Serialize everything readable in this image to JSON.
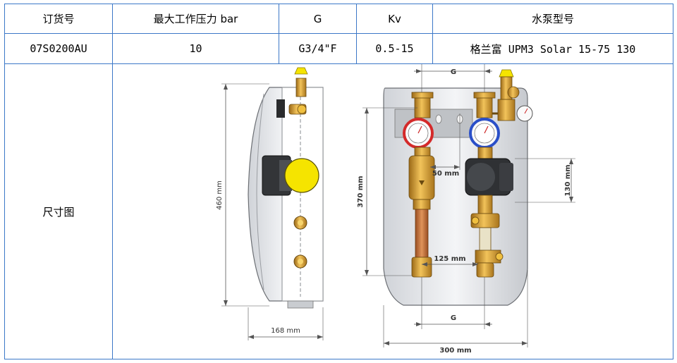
{
  "table": {
    "headers": [
      "订货号",
      "最大工作压力 bar",
      "G",
      "Kv",
      "水泵型号"
    ],
    "row": [
      "07S0200AU",
      "10",
      "G3/4\"F",
      "0.5-15",
      "格兰富 UPM3 Solar 15-75 130"
    ],
    "figure_label": "尺寸图"
  },
  "dimensions": {
    "side_height": "460 mm",
    "side_depth": "168 mm",
    "front_height": "370 mm",
    "front_width": "300 mm",
    "top_g": "G",
    "bottom_g": "G",
    "pipe_offset": "50 mm",
    "pump_height": "130 mm",
    "pipe_spacing": "125 mm"
  },
  "colors": {
    "border": "#3c78c8",
    "brass": "#d9a53a",
    "yellow": "#f5e400",
    "red_ring": "#d42a2a",
    "blue_ring": "#2a4fc8"
  }
}
